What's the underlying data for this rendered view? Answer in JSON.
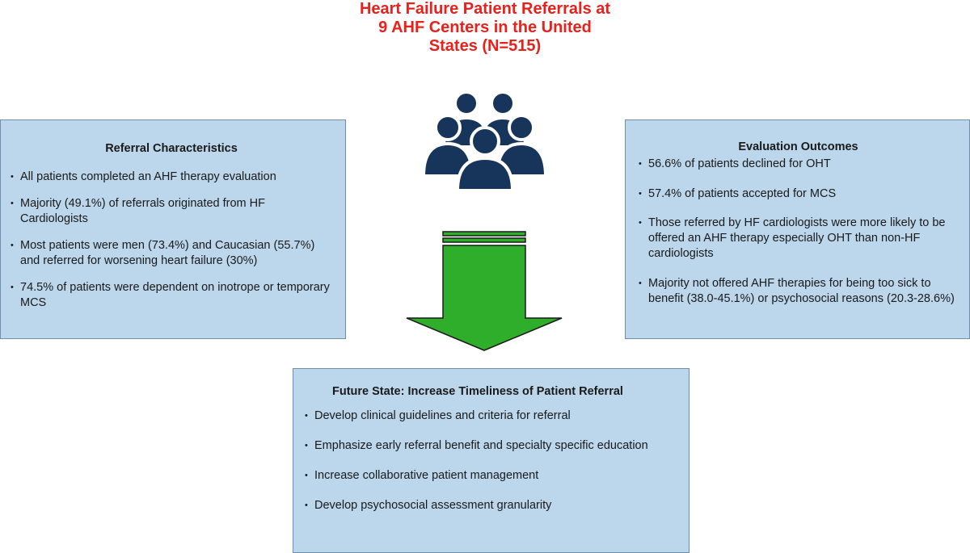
{
  "title": {
    "line1": "Heart Failure Patient Referrals at",
    "line2": "9 AHF Centers in the United",
    "line3": "States (N=515)"
  },
  "left_box": {
    "heading": "Referral Characteristics",
    "items": [
      "All patients completed an AHF therapy evaluation",
      "Majority (49.1%) of referrals originated from HF Cardiologists",
      "Most patients were men (73.4%) and Caucasian (55.7%) and referred for worsening heart failure (30%)",
      "74.5% of patients were dependent on inotrope or temporary MCS"
    ]
  },
  "right_box": {
    "heading": "Evaluation Outcomes",
    "items": [
      "56.6% of patients declined for OHT",
      "57.4% of patients accepted for MCS",
      "Those referred by HF cardiologists were more likely to be offered an AHF therapy especially OHT than non-HF cardiologists",
      " Majority not offered AHF therapies for being too sick to benefit (38.0-45.1%) or psychosocial reasons (20.3-28.6%)"
    ]
  },
  "bottom_box": {
    "heading": "Future State: Increase Timeliness of Patient Referral",
    "items": [
      "Develop clinical guidelines and criteria for referral",
      "Emphasize early referral benefit and specialty specific education",
      "Increase collaborative patient management",
      "Develop psychosocial assessment granularity"
    ]
  },
  "icons": {
    "people": "people-group-icon",
    "arrow": "down-arrow-icon"
  },
  "colors": {
    "title": "#e8211c",
    "box_fill": "#bcd6ec",
    "people": "#17345a",
    "arrow": "#2eae2a"
  }
}
